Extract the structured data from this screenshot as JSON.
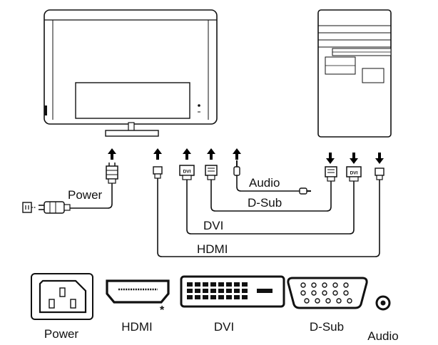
{
  "cable_labels": {
    "power": "Power",
    "audio": "Audio",
    "dsub": "D-Sub",
    "dvi": "DVI",
    "hdmi": "HDMI"
  },
  "port_labels": {
    "power": "Power",
    "hdmi": "HDMI",
    "hdmi_note": "*",
    "dvi": "DVI",
    "dsub": "D-Sub",
    "audio": "Audio"
  },
  "connector_tags": {
    "dvi": "DVI"
  }
}
